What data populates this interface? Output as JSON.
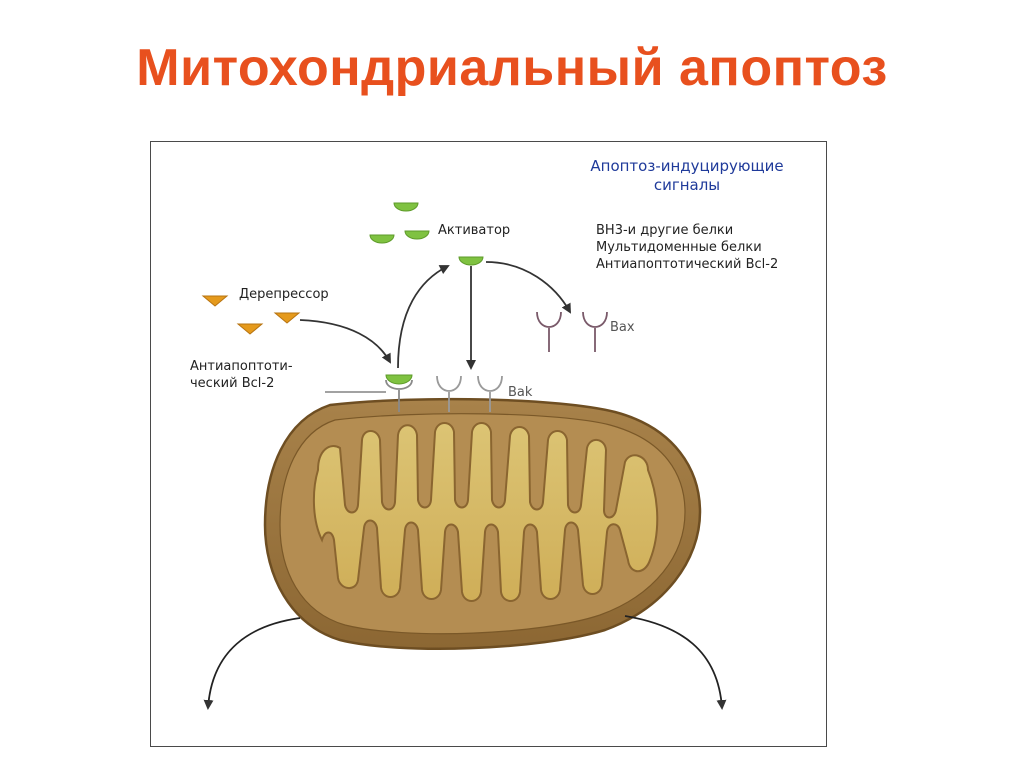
{
  "slide": {
    "title": "Митохондриальный апоптоз"
  },
  "diagram": {
    "signals_title_line1": "Апоптоз-индуцирующие",
    "signals_title_line2": "сигналы",
    "signal_list": [
      "ВН3-и другие белки",
      "Мультидоменные белки",
      "Антиапоптотический Bcl-2"
    ],
    "activator_label": "Активатор",
    "derepressor_label": "Дерепрессор",
    "antiapoptotic_label_line1": "Антиапоптоти-",
    "antiapoptotic_label_line2": "ческий Bcl-2",
    "bax_label": "Bax",
    "bak_label": "Bak"
  },
  "colors": {
    "title": "#e8501e",
    "signals_title": "#1f3a9a",
    "activator_green": "#7fc241",
    "derepressor_orange": "#e59a1c",
    "mito_outer": "#9e7741",
    "mito_inner": "#d5b866",
    "receptor_grey": "#8a8a8a",
    "bax_purple": "#7a5a6a"
  }
}
